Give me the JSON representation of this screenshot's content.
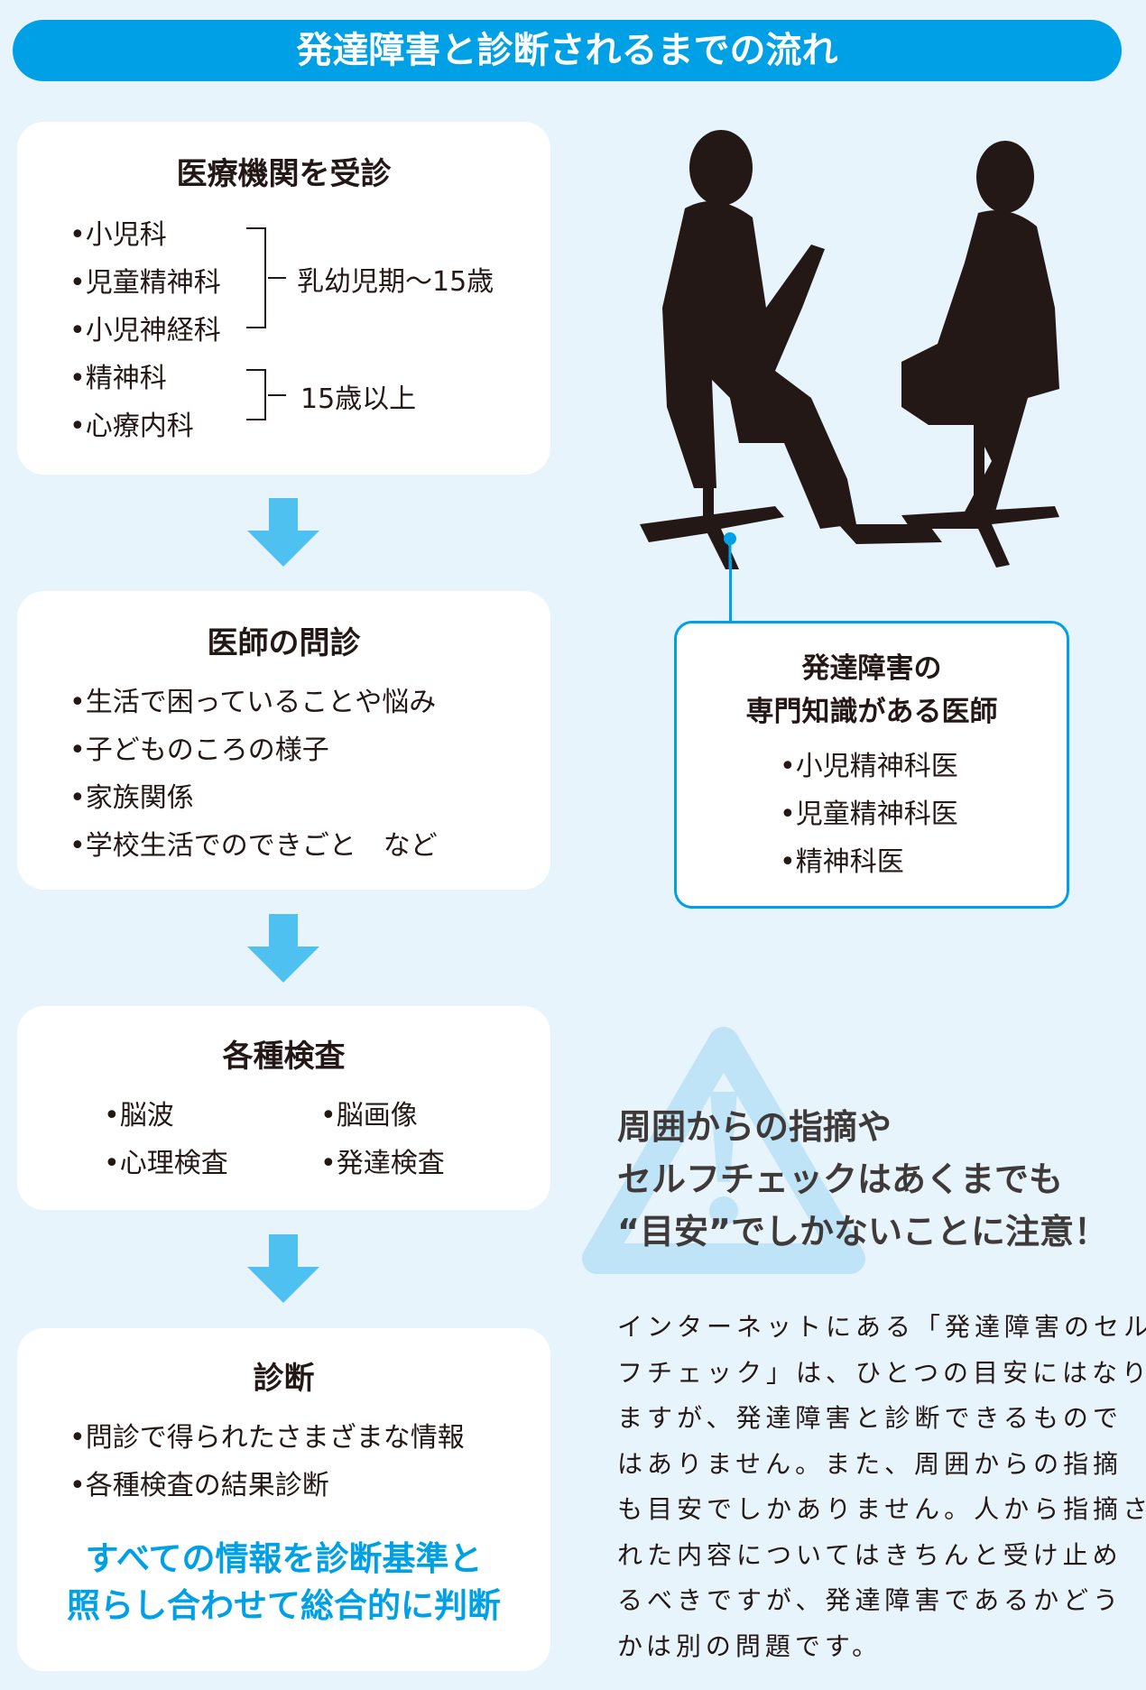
{
  "title": "発達障害と診断されるまでの流れ",
  "step1": {
    "heading": "医療機関を受診",
    "items": [
      "•小児科",
      "•児童精神科",
      "•小児神経科",
      "•精神科",
      "•心療内科"
    ],
    "group1_label": "乳幼児期〜15歳",
    "group2_label": "15歳以上"
  },
  "step2": {
    "heading": "医師の問診",
    "items": [
      "•生活で困っていることや悩み",
      "•子どものころの様子",
      "•家族関係",
      "•学校生活でのできごと　など"
    ]
  },
  "step3": {
    "heading": "各種検査",
    "items": [
      "•脳波",
      "•脳画像",
      "•心理検査",
      "•発達検査"
    ]
  },
  "step4": {
    "heading": "診断",
    "items": [
      "•問診で得られたさまざまな情報",
      "•各種検査の結果診断"
    ],
    "conclusion": [
      "すべての情報を診断基準と",
      "照らし合わせて総合的に判断"
    ]
  },
  "doctor": {
    "heading": [
      "発達障害の",
      "専門知識がある医師"
    ],
    "items": [
      "•小児精神科医",
      "•児童精神科医",
      "•精神科医"
    ]
  },
  "warning": {
    "heading": [
      "周囲からの指摘や",
      "セルフチェックはあくまでも",
      "“目安”でしかないことに注意！"
    ],
    "body": [
      "インターネットにある「発達障害のセル",
      "フチェック」は、ひとつの目安にはなり",
      "ますが、発達障害と診断できるもので",
      "はありません。また、周囲からの指摘",
      "も目安でしかありません。人から指摘さ",
      "れた内容についてはきちんと受け止め",
      "るべきですが、発達障害であるかどう",
      "かは別の問題です。"
    ]
  },
  "colors": {
    "accent": "#00a0e6",
    "arrow": "#4fc1f0",
    "background": "#e8f4fc",
    "triangle": "#bfe3f7",
    "text": "#231815"
  }
}
